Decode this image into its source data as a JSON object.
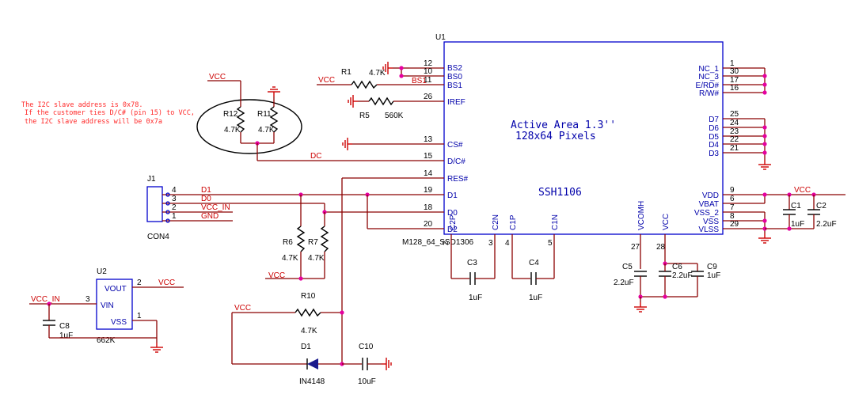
{
  "ic_u1": {
    "ref": "U1",
    "part": "SSH1106",
    "footprint": "M128_64_SSD1306",
    "area_line1": "Active Area 1.3''",
    "area_line2": "128x64 Pixels",
    "left_pins": [
      {
        "num": "12",
        "name": "BS2"
      },
      {
        "num": "10",
        "name": "BS0"
      },
      {
        "num": "11",
        "name": "BS1"
      },
      {
        "num": "26",
        "name": "IREF"
      },
      {
        "num": "13",
        "name": "CS#"
      },
      {
        "num": "15",
        "name": "D/C#"
      },
      {
        "num": "14",
        "name": "RES#"
      },
      {
        "num": "19",
        "name": "D1"
      },
      {
        "num": "18",
        "name": "D0"
      },
      {
        "num": "20",
        "name": "D2"
      }
    ],
    "right_pins": [
      {
        "num": "1",
        "name": "NC_1"
      },
      {
        "num": "30",
        "name": "NC_3"
      },
      {
        "num": "17",
        "name": "E/RD#"
      },
      {
        "num": "16",
        "name": "R/W#"
      },
      {
        "num": "25",
        "name": "D7"
      },
      {
        "num": "24",
        "name": "D6"
      },
      {
        "num": "23",
        "name": "D5"
      },
      {
        "num": "22",
        "name": "D4"
      },
      {
        "num": "21",
        "name": "D3"
      },
      {
        "num": "9",
        "name": "VDD"
      },
      {
        "num": "6",
        "name": "VBAT"
      },
      {
        "num": "7",
        "name": "VSS_2"
      },
      {
        "num": "8",
        "name": "VSS"
      },
      {
        "num": "29",
        "name": "VLSS"
      }
    ],
    "bottom_pins": [
      {
        "num": "2",
        "name": "C2P"
      },
      {
        "num": "3",
        "name": "C2N"
      },
      {
        "num": "4",
        "name": "C1P"
      },
      {
        "num": "5",
        "name": "C1N"
      },
      {
        "num": "27",
        "name": "VCOMH"
      },
      {
        "num": "28",
        "name": "VCC"
      }
    ]
  },
  "note": {
    "line1": "The I2C slave address is 0x78.",
    "line2": "If the customer ties D/C# (pin 15) to VCC,",
    "line3": "the I2C slave address will be 0x7a"
  },
  "nets": {
    "vcc": "VCC",
    "vcc_in": "VCC_IN",
    "dc": "DC",
    "bs1": "BS1",
    "d1": "D1",
    "d0": "D0",
    "gnd": "GND"
  },
  "components": {
    "r1": {
      "ref": "R1",
      "value": "4.7K"
    },
    "r5": {
      "ref": "R5",
      "value": "560K"
    },
    "r11": {
      "ref": "R11",
      "value": "4.7K"
    },
    "r12": {
      "ref": "R12",
      "value": "4.7K"
    },
    "r6": {
      "ref": "R6",
      "value": "4.7K"
    },
    "r7": {
      "ref": "R7",
      "value": "4.7K"
    },
    "r10": {
      "ref": "R10",
      "value": "4.7K"
    },
    "d1": {
      "ref": "D1",
      "value": "IN4148"
    },
    "c10": {
      "ref": "C10",
      "value": "10uF"
    },
    "c3": {
      "ref": "C3",
      "value": "1uF"
    },
    "c4": {
      "ref": "C4",
      "value": "1uF"
    },
    "c5": {
      "ref": "C5",
      "value": "2.2uF"
    },
    "c6": {
      "ref": "C6",
      "value": "2.2uF"
    },
    "c9": {
      "ref": "C9",
      "value": "1uF"
    },
    "c1": {
      "ref": "C1",
      "value": "1uF"
    },
    "c2": {
      "ref": "C2",
      "value": "2.2uF"
    },
    "c8": {
      "ref": "C8",
      "value": "1uF"
    }
  },
  "connector_j1": {
    "ref": "J1",
    "part": "CON4",
    "pins": [
      {
        "num": "4",
        "net": "D1"
      },
      {
        "num": "3",
        "net": "D0"
      },
      {
        "num": "2",
        "net": "VCC_IN"
      },
      {
        "num": "1",
        "net": "GND"
      }
    ]
  },
  "regulator_u2": {
    "ref": "U2",
    "part": "662K",
    "pins": [
      {
        "num": "2",
        "name": "VOUT"
      },
      {
        "num": "3",
        "name": "VIN"
      },
      {
        "num": "1",
        "name": "VSS"
      }
    ]
  }
}
